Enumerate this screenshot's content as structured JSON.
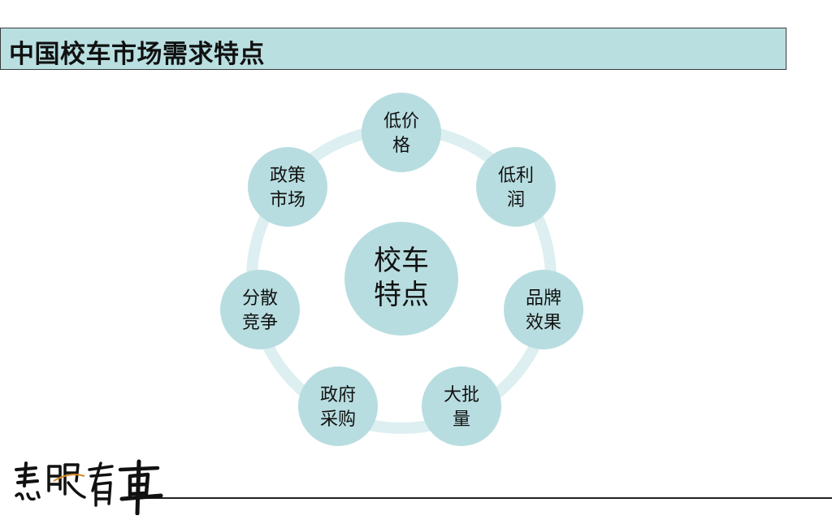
{
  "title": "中国校车市场需求特点",
  "center": {
    "lines": [
      "校车",
      "特点"
    ]
  },
  "nodes": [
    {
      "lines": [
        "低价",
        "格"
      ]
    },
    {
      "lines": [
        "低利",
        "润"
      ]
    },
    {
      "lines": [
        "品牌",
        "效果"
      ]
    },
    {
      "lines": [
        "大批",
        "量"
      ]
    },
    {
      "lines": [
        "政府",
        "采购"
      ]
    },
    {
      "lines": [
        "分散",
        "竞争"
      ]
    },
    {
      "lines": [
        "政策",
        "市场"
      ]
    }
  ],
  "logo": {
    "text": "慧眼看車"
  },
  "colors": {
    "title_bg": "#b9dfe1",
    "node_fill": "#b8dde0",
    "ring": "#ddeff0"
  }
}
